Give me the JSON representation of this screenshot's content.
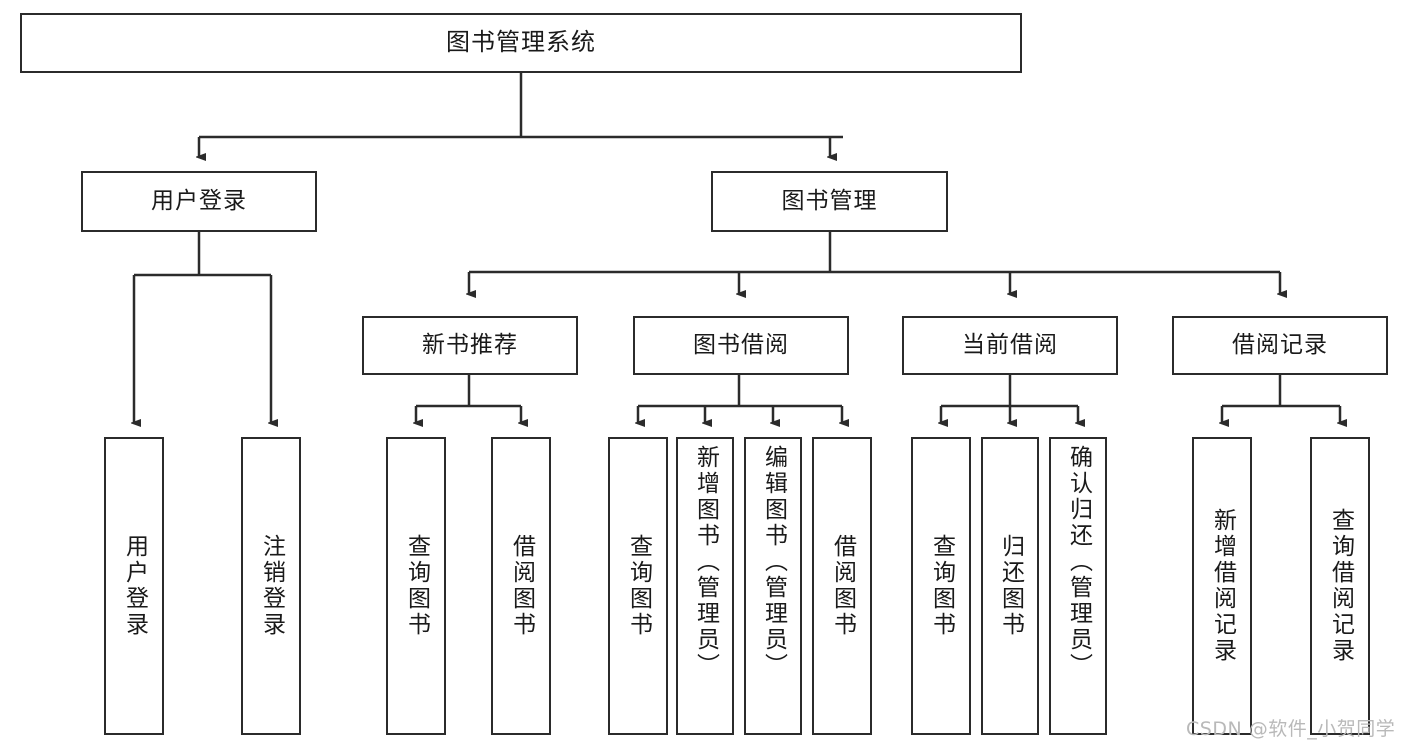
{
  "diagram": {
    "type": "tree-hierarchy",
    "title": "图书管理系统",
    "orientation": "top-down",
    "colors": {
      "box_border": "#2b2b2b",
      "box_fill": "#ffffff",
      "edge": "#2b2b2b",
      "text": "#1a1a1a",
      "watermark": "#b9b9b9"
    },
    "root": {
      "id": "root",
      "label": "图书管理系统"
    },
    "level2": [
      {
        "id": "user-login",
        "label": "用户登录"
      },
      {
        "id": "book-manage",
        "label": "图书管理"
      }
    ],
    "level3": [
      {
        "id": "new-book-rec",
        "label": "新书推荐",
        "parent": "book-manage"
      },
      {
        "id": "book-borrow",
        "label": "图书借阅",
        "parent": "book-manage"
      },
      {
        "id": "current-borrow",
        "label": "当前借阅",
        "parent": "book-manage"
      },
      {
        "id": "borrow-record",
        "label": "借阅记录",
        "parent": "book-manage"
      }
    ],
    "leaves": [
      {
        "id": "leaf-user-login",
        "label": "用户登录",
        "parent": "user-login"
      },
      {
        "id": "leaf-user-logout",
        "label": "注销登录",
        "parent": "user-login"
      },
      {
        "id": "leaf-query-book-1",
        "label": "查询图书",
        "parent": "new-book-rec"
      },
      {
        "id": "leaf-borrow-book-1",
        "label": "借阅图书",
        "parent": "new-book-rec"
      },
      {
        "id": "leaf-query-book-2",
        "label": "查询图书",
        "parent": "book-borrow"
      },
      {
        "id": "leaf-add-book",
        "label": "新增图书（管理员）",
        "parent": "book-borrow"
      },
      {
        "id": "leaf-edit-book",
        "label": "编辑图书（管理员）",
        "parent": "book-borrow"
      },
      {
        "id": "leaf-borrow-book-2",
        "label": "借阅图书",
        "parent": "book-borrow"
      },
      {
        "id": "leaf-query-book-3",
        "label": "查询图书",
        "parent": "current-borrow"
      },
      {
        "id": "leaf-return-book",
        "label": "归还图书",
        "parent": "current-borrow"
      },
      {
        "id": "leaf-confirm-return",
        "label": "确认归还（管理员）",
        "parent": "current-borrow"
      },
      {
        "id": "leaf-add-record",
        "label": "新增借阅记录",
        "parent": "borrow-record"
      },
      {
        "id": "leaf-query-record",
        "label": "查询借阅记录",
        "parent": "borrow-record"
      }
    ]
  },
  "watermark": {
    "text": "CSDN @软件_小贺同学"
  }
}
